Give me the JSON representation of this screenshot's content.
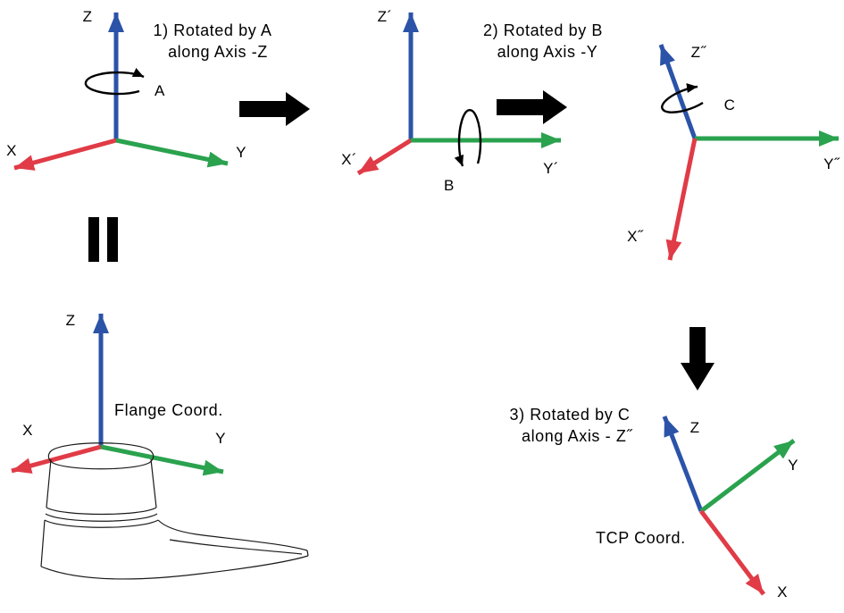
{
  "colors": {
    "x_axis": "#e03b46",
    "y_axis": "#2aa24e",
    "z_axis": "#2b53a8",
    "ink": "#000000"
  },
  "frame1": {
    "title1": "1) Rotated by A",
    "title2": "along Axis -Z",
    "rot": "A",
    "x": "X",
    "y": "Y",
    "z": "Z"
  },
  "frame2": {
    "title1": "2) Rotated by B",
    "title2": "along Axis -Y",
    "rot": "B",
    "x": "X´",
    "y": "Y´",
    "z": "Z´"
  },
  "frame3": {
    "rot": "C",
    "x": "X˝",
    "y": "Y˝",
    "z": "Z˝"
  },
  "step3": {
    "title1": "3) Rotated by C",
    "title2": "along Axis - Z˝"
  },
  "flange": {
    "caption": "Flange Coord.",
    "x": "X",
    "y": "Y",
    "z": "Z"
  },
  "tcp": {
    "caption": "TCP Coord.",
    "x": "X",
    "y": "Y",
    "z": "Z"
  }
}
